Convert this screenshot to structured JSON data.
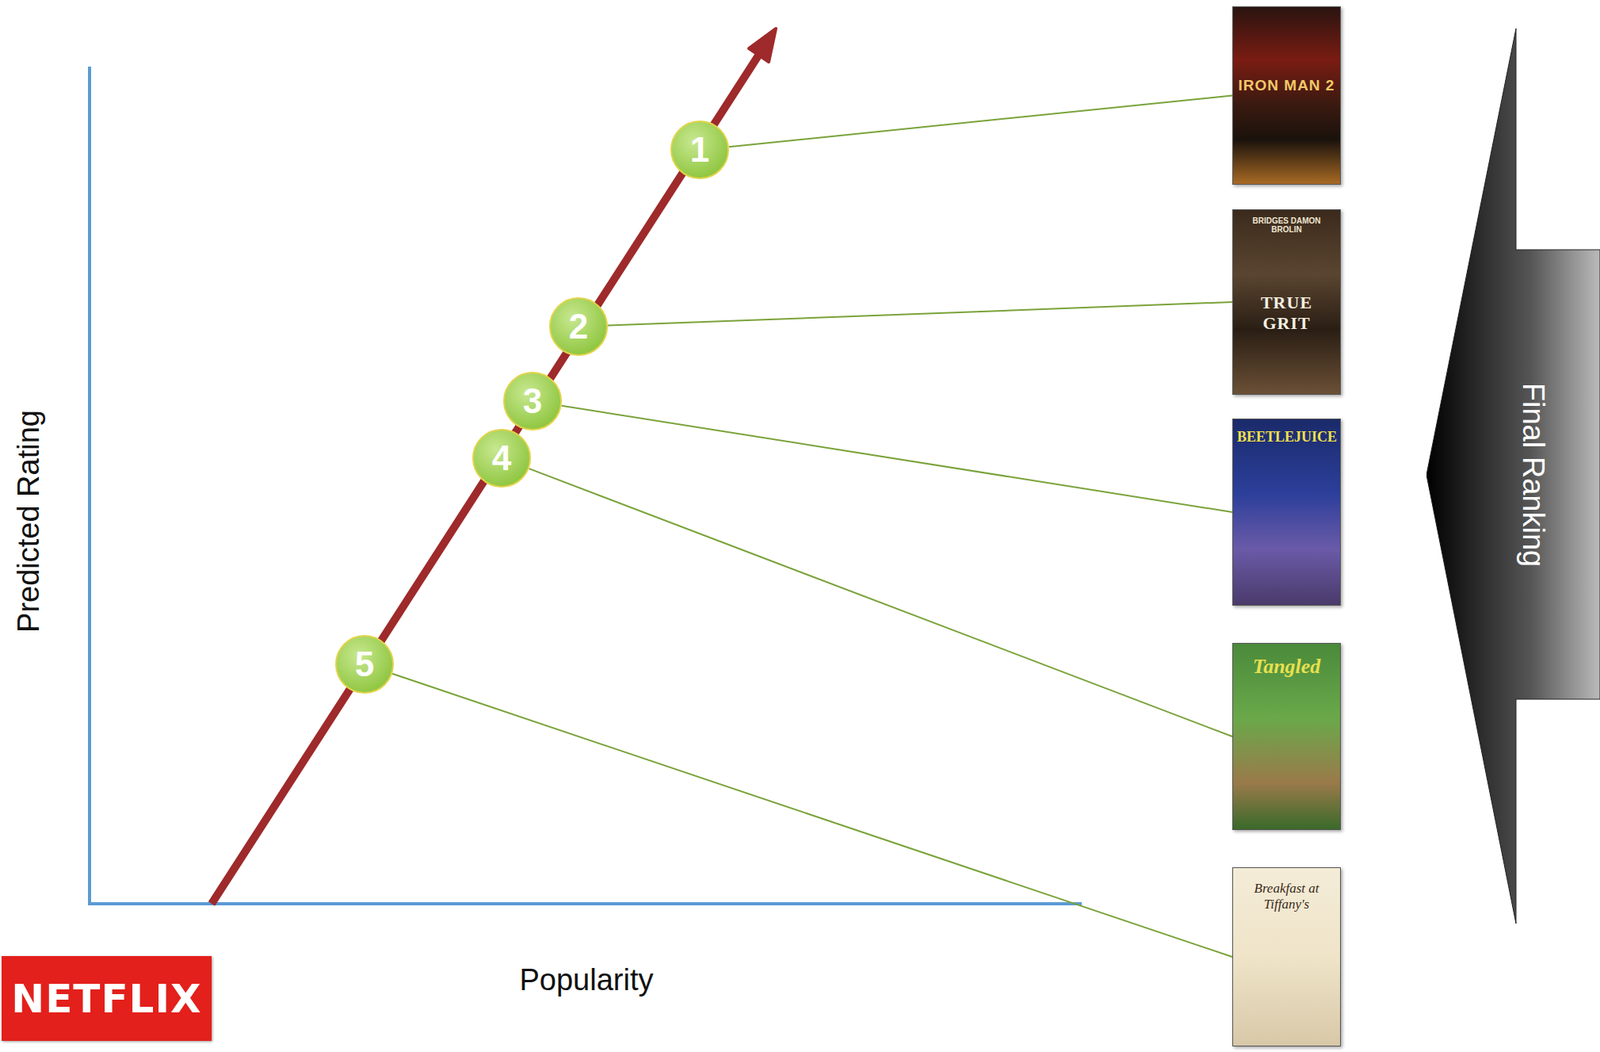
{
  "diagram": {
    "nodes": [
      {
        "text": [
          "1"
        ]
      },
      {
        "text": [
          "2"
        ]
      },
      {
        "text": [
          "3"
        ]
      },
      {
        "text": [
          "4"
        ]
      },
      {
        "text": [
          "5"
        ]
      },
      {
        "text": [
          "IRON MAN 2"
        ]
      },
      {
        "text": [
          "BRIDGES DAMON BROLIN",
          "TRUE GRIT"
        ]
      },
      {
        "text": [
          "BEETLEJUICE"
        ]
      },
      {
        "text": [
          "Tangled"
        ]
      },
      {
        "text": [
          "Breakfast at Tiffany's"
        ]
      },
      {
        "text": [
          "Final Ranking"
        ]
      },
      {
        "text": [
          "NETFLIX"
        ]
      }
    ],
    "edges": [
      {
        "from": 0,
        "to": 5,
        "arrow": "none"
      },
      {
        "from": 1,
        "to": 6,
        "arrow": "none"
      },
      {
        "from": 2,
        "to": 7,
        "arrow": "none"
      },
      {
        "from": 3,
        "to": 8,
        "arrow": "none"
      },
      {
        "from": 4,
        "to": 9,
        "arrow": "none"
      }
    ],
    "labels": [
      "Predicted Rating",
      "Popularity"
    ]
  }
}
